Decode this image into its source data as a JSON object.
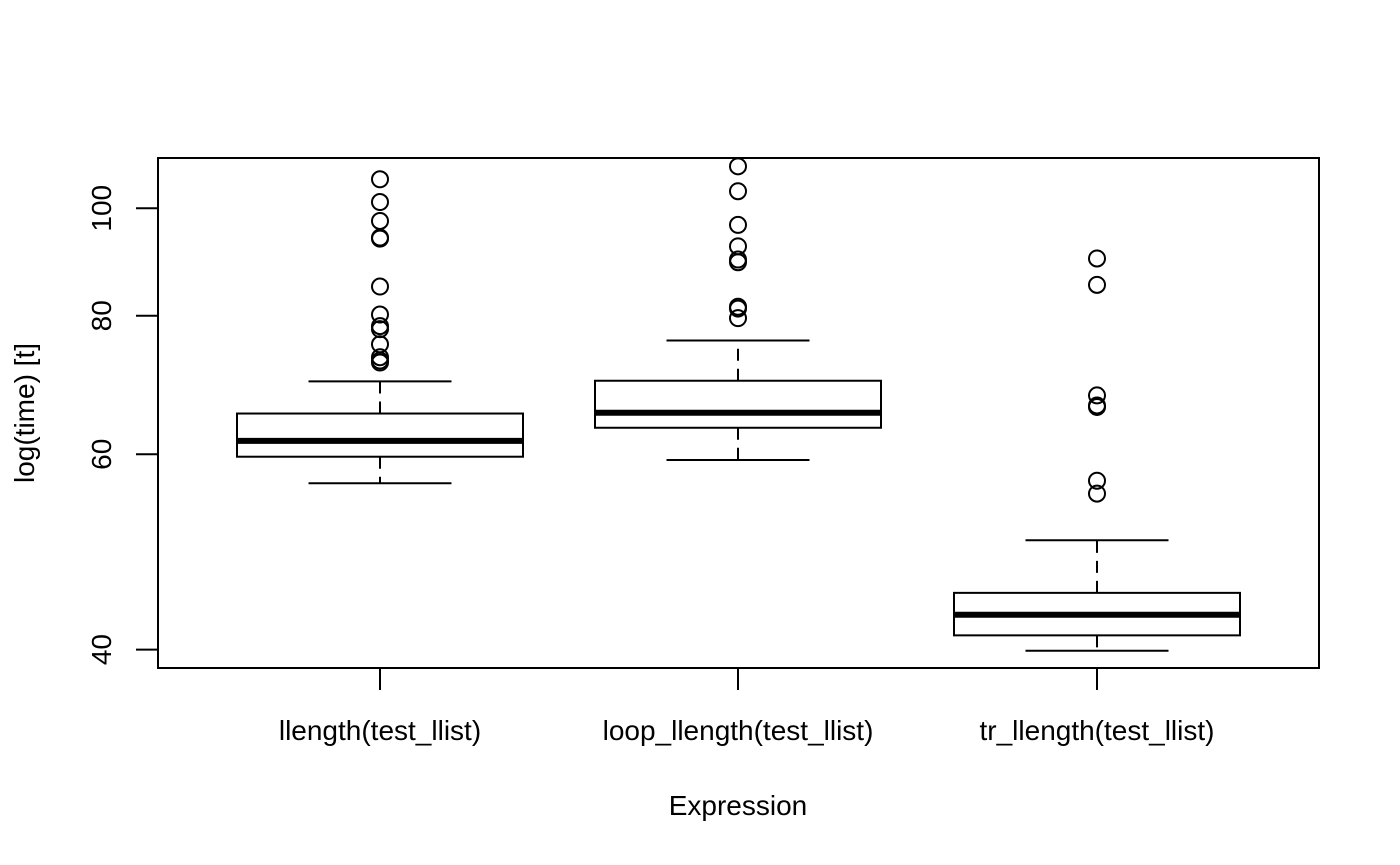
{
  "chart_data": {
    "type": "boxplot",
    "title": "",
    "xlabel": "Expression",
    "ylabel": "log(time) [t]",
    "y_scale": "log",
    "ylim": [
      38.5,
      111
    ],
    "y_ticks": [
      40,
      60,
      80,
      100
    ],
    "grid": false,
    "legend": "none",
    "categories": [
      "llength(test_llist)",
      "loop_llength(test_llist)",
      "tr_llength(test_llist)"
    ],
    "boxes": [
      {
        "category": "llength(test_llist)",
        "whisker_low": 56.5,
        "q1": 59.7,
        "median": 61.7,
        "q3": 65.3,
        "whisker_high": 69.8,
        "outliers": [
          106.2,
          101.3,
          97.4,
          94.1,
          93.9,
          85.0,
          80.2,
          78.3,
          77.8,
          75.4,
          73.4,
          72.9,
          72.6
        ]
      },
      {
        "category": "loop_llength(test_llist)",
        "whisker_low": 59.3,
        "q1": 63.4,
        "median": 65.4,
        "q3": 69.9,
        "whisker_high": 76.0,
        "outliers": [
          109.1,
          103.6,
          96.6,
          92.4,
          89.9,
          89.4,
          81.5,
          81.2,
          79.6
        ]
      },
      {
        "category": "tr_llength(test_llist)",
        "whisker_low": 39.9,
        "q1": 41.2,
        "median": 43.0,
        "q3": 45.0,
        "whisker_high": 50.2,
        "outliers": [
          90.1,
          85.3,
          67.8,
          66.4,
          66.2,
          56.8,
          55.3
        ]
      }
    ]
  }
}
